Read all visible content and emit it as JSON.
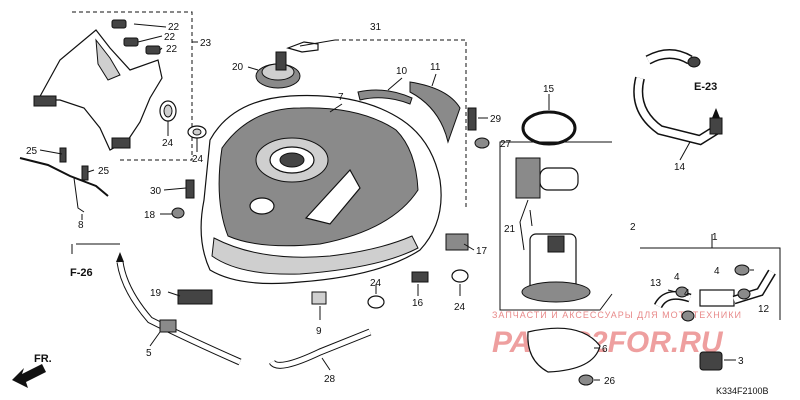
{
  "diagram_code": "K334F2100B",
  "watermark": {
    "text_top": "ЗАПЧАСТИ И АКСЕССУАРЫ ДЛЯ МОТОТЕХНИКИ",
    "text_main": "PARTS2FOR.RU",
    "color": "#e56b6b"
  },
  "refs": {
    "fr": "FR.",
    "f26": "F-26",
    "e23": "E-23"
  },
  "callouts": {
    "c1": "1",
    "c2": "2",
    "c3": "3",
    "c4a": "4",
    "c4b": "4",
    "c4c": "4",
    "c5": "5",
    "c6": "6",
    "c7": "7",
    "c8": "8",
    "c9": "9",
    "c10": "10",
    "c11": "11",
    "c12": "12",
    "c13": "13",
    "c14": "14",
    "c15": "15",
    "c16": "16",
    "c17": "17",
    "c18": "18",
    "c19": "19",
    "c20": "20",
    "c21": "21",
    "c22a": "22",
    "c22b": "22",
    "c22c": "22",
    "c23": "23",
    "c24a": "24",
    "c24b": "24",
    "c24c": "24",
    "c24d": "24",
    "c25a": "25",
    "c25b": "25",
    "c26": "26",
    "c27": "27",
    "c28": "28",
    "c29": "29",
    "c30": "30",
    "c31": "31"
  }
}
